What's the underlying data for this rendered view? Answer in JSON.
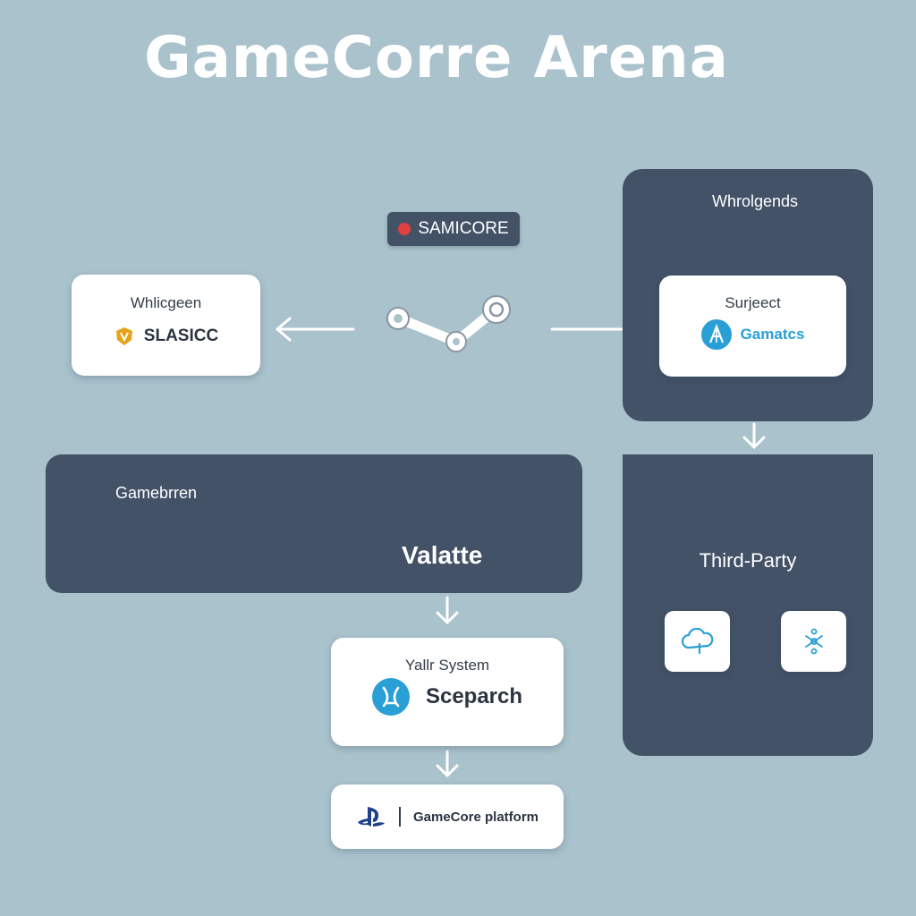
{
  "title": "GameCorre Arena",
  "badge": {
    "label": "SAMICORE",
    "dot_color": "#e04040",
    "icon": "red-dot-icon"
  },
  "center_logo": {
    "icon": "steam-logo-icon"
  },
  "left_card": {
    "heading": "Whlicgeen",
    "logo_text": "SLASICC",
    "logo_icon": "gold-emblem-icon"
  },
  "right_panel": {
    "heading": "Whrolgends",
    "card": {
      "heading": "Surjeect",
      "logo_text": "Gamatcs",
      "logo_icon": "blue-a-circle-icon"
    }
  },
  "wide_panel": {
    "label": "Gamebrren",
    "value": "Valatte"
  },
  "third_party": {
    "label": "Third-Party",
    "icons": [
      "cloud-icon",
      "network-icon"
    ]
  },
  "system_card": {
    "heading": "Yallr System",
    "logo_text": "Sceparch",
    "logo_icon": "blue-x-circle-icon"
  },
  "platform_card": {
    "logo_text": "GameCore platform",
    "logo_icon": "playstation-icon"
  },
  "colors": {
    "background": "#a9c2cc",
    "panel": "#435267",
    "card": "#ffffff",
    "accent_blue": "#2a9fd6",
    "accent_gold": "#e6a21a"
  }
}
